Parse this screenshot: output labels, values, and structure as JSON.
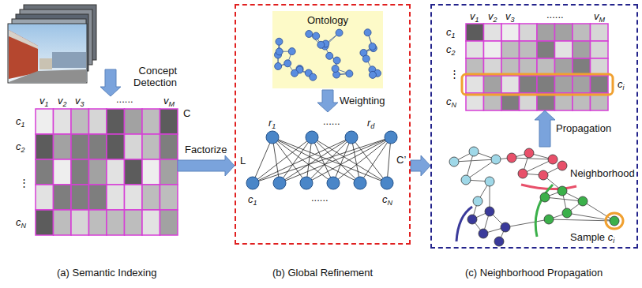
{
  "diagram": {
    "nodes": [
      {
        "text": [
          "C"
        ]
      },
      {
        "text": [
          "(b) Global Refinement"
        ]
      },
      {
        "text": [
          "Ontology"
        ],
        "in": 1
      },
      {
        "text": [
          "(c) Neighborhood Propagation"
        ]
      },
      {
        "text": [
          "ci"
        ],
        "in": 3
      },
      {
        "text": [
          "Neighborhood",
          "Sample ci"
        ],
        "in": 3
      }
    ],
    "edges": [
      {
        "from": 0,
        "to": 1,
        "arrow": "to",
        "label": "Factorize"
      },
      {
        "from": 1,
        "to": 3,
        "arrow": "to"
      },
      {
        "from": 5,
        "to": 4,
        "arrow": "to",
        "label": "Propagation"
      }
    ],
    "labels": [
      "Concept Detection",
      "v1",
      "v2",
      "v3",
      "......",
      "vM",
      "c1",
      "c2",
      "⋮",
      "cN",
      "(a) Semantic Indexing",
      "Weighting",
      "r1",
      "......",
      "rd",
      "L",
      "c1",
      "......",
      "cN",
      "C’",
      "v1",
      "v2",
      "v3",
      "......",
      "vM",
      "c1",
      "c2",
      "⋮",
      "cN"
    ]
  }
}
